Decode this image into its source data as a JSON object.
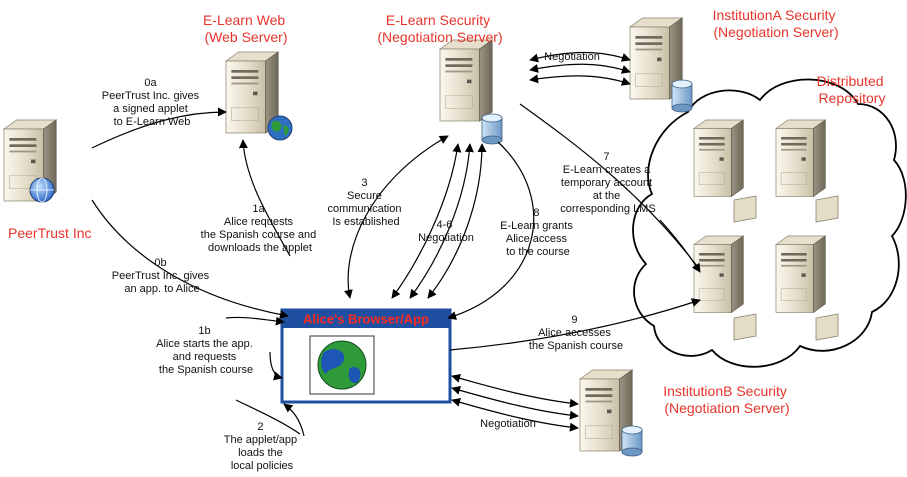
{
  "colors": {
    "server_title": "#e8342a",
    "window_border": "#1f4fa0",
    "window_title_bar": "#1f4fa0",
    "window_title_text": "#ff2a1e"
  },
  "servers": {
    "peertrust": {
      "title": [
        "PeerTrust Inc"
      ],
      "icon": "globe-icon"
    },
    "elearn_web": {
      "title": [
        "E-Learn Web",
        "(Web Server)"
      ],
      "icon": "globe-icon"
    },
    "elearn_security": {
      "title": [
        "E-Learn Security",
        "(Negotiation Server)"
      ],
      "icon": "database-icon"
    },
    "institution_a": {
      "title": [
        "InstitutionA Security",
        "(Negotiation Server)"
      ],
      "icon": "database-icon"
    },
    "institution_b": {
      "title": [
        "InstitutionB Security",
        "(Negotiation Server)"
      ],
      "icon": "database-icon"
    }
  },
  "repository": {
    "title": [
      "Distributed",
      "Repository"
    ]
  },
  "browser": {
    "title": "Alice's Browser/App",
    "icon": "globe-icon"
  },
  "steps": {
    "s0a": [
      "0a",
      "PeerTrust Inc. gives",
      "a signed applet",
      "to E-Learn Web"
    ],
    "s0b": [
      "0b",
      "PeerTrust Inc. gives",
      "an app. to Alice"
    ],
    "s1a": [
      "1a",
      "Alice requests",
      "the Spanish course and",
      "downloads the applet"
    ],
    "s1b": [
      "1b",
      "Alice starts the app.",
      "and requests",
      "the Spanish course"
    ],
    "s2": [
      "2",
      "The applet/app",
      "loads the",
      "local policies"
    ],
    "s3": [
      "3",
      "Secure",
      "communication",
      "Is established"
    ],
    "s46": [
      "4-6",
      "Negotiation"
    ],
    "s7": [
      "7",
      "E-Learn creates a",
      "temporary account",
      "at the",
      "corresponding LMS"
    ],
    "s8": [
      "8",
      "E-Learn grants",
      "Alice access",
      "to the course"
    ],
    "s9": [
      "9",
      "Alice accesses",
      "the Spanish course"
    ],
    "neg_a": "Negotiation",
    "neg_b": "Negotiation"
  }
}
